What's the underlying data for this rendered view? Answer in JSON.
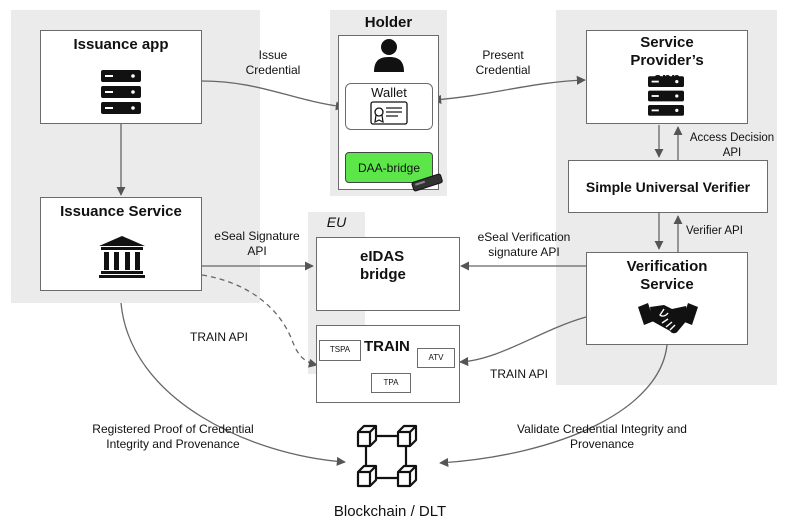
{
  "nodes": {
    "issuance_app": "Issuance app",
    "issuance_service": "Issuance Service",
    "holder": "Holder",
    "wallet": "Wallet",
    "daa_bridge": "DAA-bridge",
    "service_provider": "Service Provider’s app",
    "suv": "Simple Universal Verifier",
    "verification_service": "Verification Service",
    "eu": "EU",
    "eidas": "eIDAS bridge",
    "train": "TRAIN",
    "tspa": "TSPA",
    "atv": "ATV",
    "tpa": "TPA",
    "blockchain": "Blockchain / DLT"
  },
  "edges": {
    "issue_credential": "Issue Credential",
    "present_credential": "Present Credential",
    "access_decision_api": "Access Decision API",
    "verifier_api": "Verifier API",
    "eseal_signature_api": "eSeal Signature API",
    "eseal_verification_api": "eSeal Verification signature API",
    "train_api_left": "TRAIN API",
    "train_api_right": "TRAIN API",
    "registered_proof": "Registered Proof of Credential Integrity and Provenance",
    "validate_integrity": "Validate Credential Integrity and Provenance"
  },
  "colors": {
    "panel": "#ebebeb",
    "daa_bridge_fill": "#5ce64a",
    "border": "#6b6b6b"
  }
}
